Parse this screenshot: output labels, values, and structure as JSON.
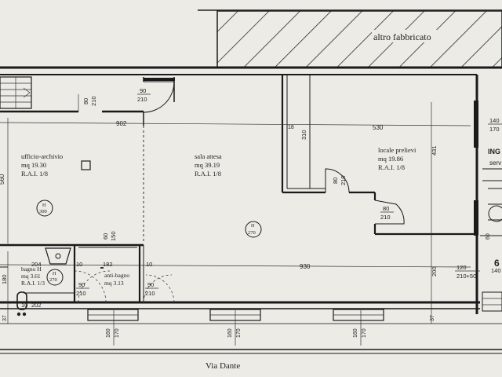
{
  "labels": {
    "neighbor": "altro fabbricato",
    "street": "Via Dante",
    "entrance": "ING",
    "service": "serv"
  },
  "rooms": {
    "office": {
      "name": "ufficio-archivio",
      "area": "mq 19.30",
      "ratio": "R.A.I. 1/8",
      "height_tag": "H",
      "height": "300"
    },
    "waiting": {
      "name": "sala attesa",
      "area": "mq 39.19",
      "ratio": "R.A.I. 1/8",
      "height_tag": "H",
      "height": "270"
    },
    "sampling": {
      "name": "locale prelievi",
      "area": "mq 19.86",
      "ratio": "R.A.I. 1/8"
    },
    "bath": {
      "name": "bagno H",
      "area": "mq 3.61",
      "ratio": "R.A.I. 1/3",
      "height_tag": "H",
      "height": "270"
    },
    "antebath": {
      "name": "anti-bagno",
      "area": "mq 3.13"
    }
  },
  "doors": {
    "office": {
      "w": "90",
      "h": "210"
    },
    "stair": {
      "w": "80",
      "h": "210"
    },
    "sampling_a": {
      "w": "80",
      "h": "210"
    },
    "sampling_b": {
      "w": "80",
      "h": "210"
    },
    "bath": {
      "w": "90",
      "h": "210"
    },
    "antebath": {
      "w": "90",
      "h": "210"
    },
    "wc": {
      "w": "60",
      "h": "150"
    },
    "entrance": {
      "w": "140",
      "h": "170"
    },
    "front": {
      "w": "120",
      "h": "210+50",
      "extra": "140"
    }
  },
  "windows": {
    "w1": {
      "w": "160",
      "h": "170"
    },
    "w2": {
      "w": "160",
      "h": "170"
    },
    "w3": {
      "w": "160",
      "h": "170"
    }
  },
  "dimensions": {
    "d902": "902",
    "d530": "530",
    "d560": "560",
    "d310": "310",
    "d431": "431",
    "d930": "930",
    "d200": "200",
    "d204": "204",
    "d182": "182",
    "d202": "202",
    "d180": "180",
    "d10a": "10",
    "d10b": "10",
    "d10c": "10",
    "d18": "18",
    "d37a": "37",
    "d37b": "37",
    "d6": "6",
    "d60": "60"
  }
}
